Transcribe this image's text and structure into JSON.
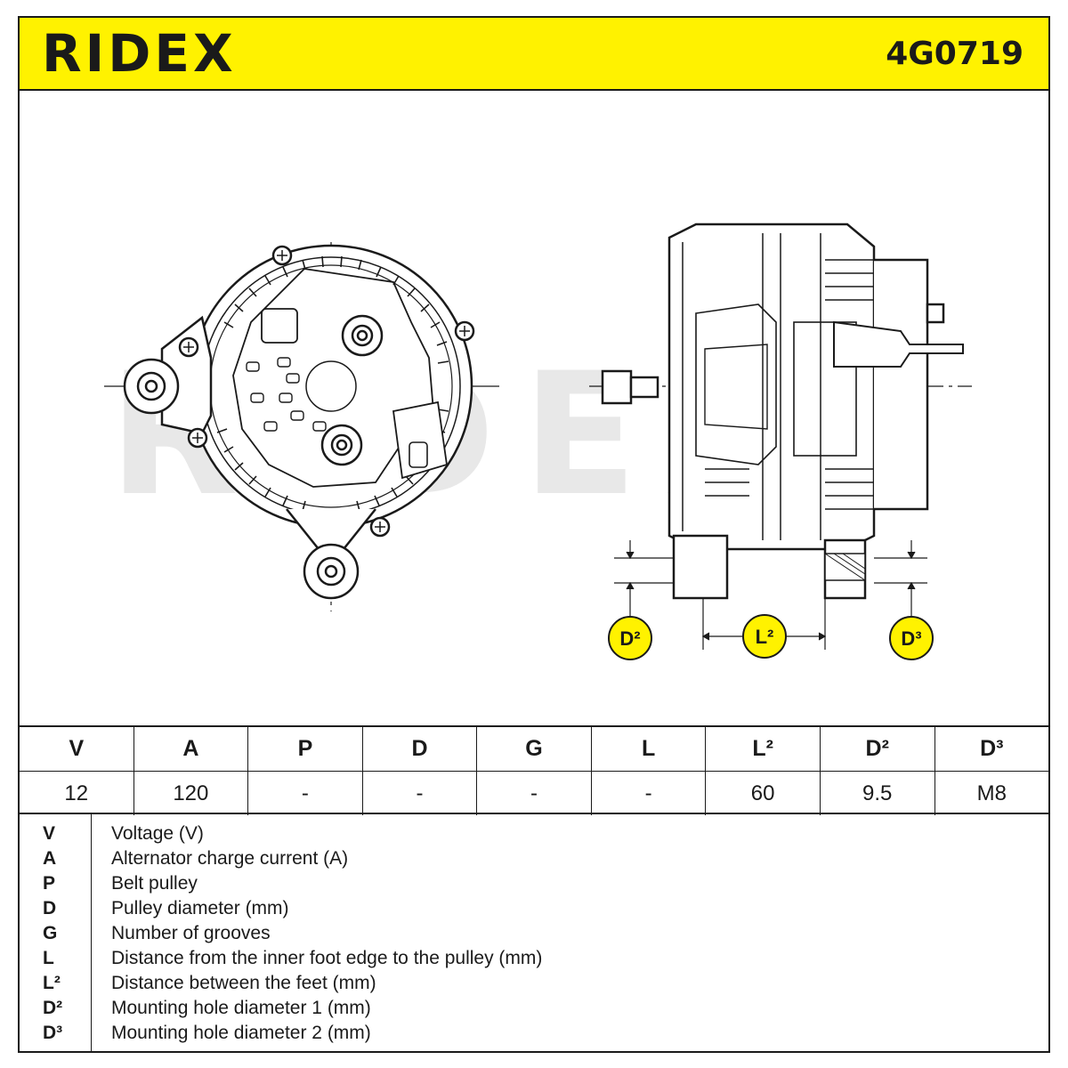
{
  "header": {
    "brand": "RIDEX",
    "part_number": "4G0719"
  },
  "drawing": {
    "watermark": "RIDEX",
    "callouts": {
      "d2": "D²",
      "l2": "L²",
      "d3": "D³"
    },
    "colors": {
      "callout_fill": "#fff200",
      "line": "#1a1a1a",
      "watermark": "#e6e6e6"
    }
  },
  "specs": {
    "headers": [
      "V",
      "A",
      "P",
      "D",
      "G",
      "L",
      "L²",
      "D²",
      "D³"
    ],
    "values": [
      "12",
      "120",
      "-",
      "-",
      "-",
      "-",
      "60",
      "9.5",
      "M8"
    ]
  },
  "legend": [
    {
      "key": "V",
      "desc": "Voltage (V)"
    },
    {
      "key": "A",
      "desc": "Alternator charge current (A)"
    },
    {
      "key": "P",
      "desc": "Belt pulley"
    },
    {
      "key": "D",
      "desc": "Pulley diameter (mm)"
    },
    {
      "key": "G",
      "desc": "Number of grooves"
    },
    {
      "key": "L",
      "desc": "Distance from the inner foot edge to the pulley (mm)"
    },
    {
      "key": "L²",
      "desc": "Distance between the feet (mm)"
    },
    {
      "key": "D²",
      "desc": "Mounting hole diameter 1 (mm)"
    },
    {
      "key": "D³",
      "desc": "Mounting hole diameter 2 (mm)"
    }
  ]
}
